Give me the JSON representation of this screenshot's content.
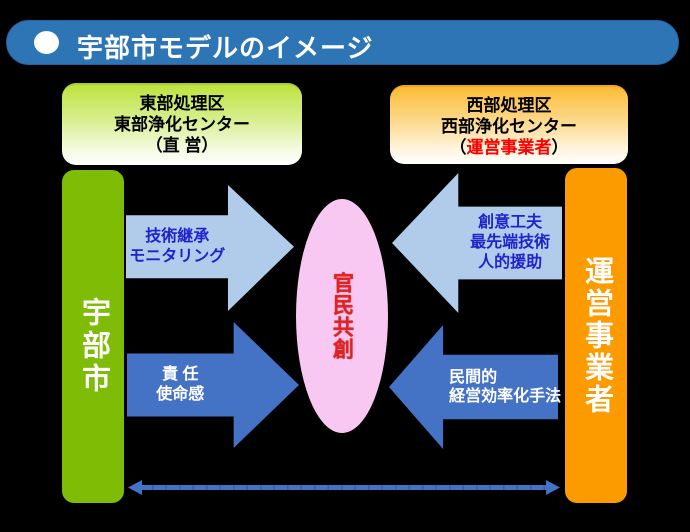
{
  "header": {
    "title": "宇部市モデルのイメージ",
    "bullet_icon": "filled-circle"
  },
  "boxes": {
    "east": {
      "line1": "東部処理区",
      "line2": "東部浄化センター",
      "line3_open": "（",
      "line3_label": "直 営",
      "line3_close": "）"
    },
    "west": {
      "line1": "西部処理区",
      "line2": "西部浄化センター",
      "line3_open": "（",
      "line3_label": "運営事業者",
      "line3_close": "）"
    }
  },
  "bars": {
    "left_label": "宇部市",
    "right_label": "運営事業者"
  },
  "center": {
    "label": "官民共創"
  },
  "arrows": {
    "top_left": {
      "icon": "right-arrow",
      "lines": [
        "技術継承",
        "モニタリング"
      ]
    },
    "top_right": {
      "icon": "left-arrow",
      "lines": [
        "創意工夫",
        "最先端技術",
        "人的援助"
      ]
    },
    "bottom_left": {
      "icon": "right-arrow",
      "lines": [
        "責 任",
        "使命感"
      ]
    },
    "bottom_right": {
      "icon": "left-arrow",
      "lines": [
        "民間的",
        "経営効率化手法"
      ]
    },
    "bottom_span": {
      "icon": "double-headed-arrow"
    }
  },
  "colors": {
    "header_blue": "#2E75B6",
    "city_green": "#7FBC05",
    "operator_orange": "#FC9B00",
    "light_blue_arrow": "#B0CCEA",
    "dark_blue_arrow": "#4472C4",
    "ellipse_pink": "#F8C8F2",
    "accent_red": "#FF0000",
    "arrow_text_blue": "#2222CC",
    "background": "#000000"
  }
}
